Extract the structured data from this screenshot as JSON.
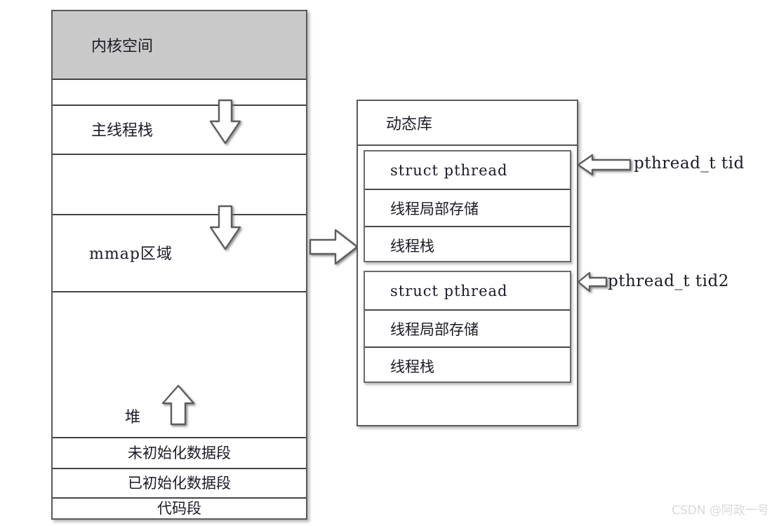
{
  "diagram": {
    "title": "Linux process virtual memory layout with pthread structures",
    "colors": {
      "kernel_band": "#c9c9c9",
      "box_border": "#5a5a5a",
      "text": "#1b1b25",
      "watermark": "#d9d9d9",
      "page_background": "#ffffff"
    }
  },
  "memory_column": {
    "name": "process-address-space",
    "rows": [
      {
        "id": "kernel-space",
        "label": "内核空间",
        "align": "left",
        "shaded": true
      },
      {
        "id": "gap-above-stack",
        "label": "",
        "align": "left",
        "shaded": false
      },
      {
        "id": "main-thread-stack",
        "label": "主线程栈",
        "align": "left",
        "shaded": false
      },
      {
        "id": "gap-stack-mmap",
        "label": "",
        "align": "left",
        "shaded": false
      },
      {
        "id": "mmap-region",
        "label": "mmap区域",
        "align": "left",
        "shaded": false
      },
      {
        "id": "heap",
        "label": "堆",
        "align": "left",
        "shaded": false
      },
      {
        "id": "bss-segment",
        "label": "未初始化数据段",
        "align": "center",
        "shaded": false
      },
      {
        "id": "data-segment",
        "label": "已初始化数据段",
        "align": "center",
        "shaded": false
      },
      {
        "id": "text-segment",
        "label": "代码段",
        "align": "center",
        "shaded": false
      }
    ]
  },
  "dynamic_library": {
    "title": "动态库",
    "thread_blocks": [
      {
        "id": "thread-block-1",
        "rows": [
          "struct pthread",
          "线程局部存储",
          "线程栈"
        ]
      },
      {
        "id": "thread-block-2",
        "rows": [
          "struct pthread",
          "线程局部存储",
          "线程栈"
        ]
      }
    ]
  },
  "annotations": {
    "tid_labels": [
      {
        "id": "tid-1",
        "text": "pthread_t tid"
      },
      {
        "id": "tid-2",
        "text": "pthread_t tid2"
      }
    ],
    "arrows": [
      {
        "id": "stack-grows-down",
        "direction": "down",
        "meaning": "main thread stack grows downward"
      },
      {
        "id": "mmap-grows-down",
        "direction": "down",
        "meaning": "mmap region grows downward"
      },
      {
        "id": "heap-grows-up",
        "direction": "up",
        "meaning": "heap grows upward"
      },
      {
        "id": "mmap-to-library",
        "direction": "right",
        "meaning": "mmap region maps the dynamic library"
      },
      {
        "id": "tid-points-1",
        "direction": "left",
        "meaning": "tid refers to first struct pthread"
      },
      {
        "id": "tid-points-2",
        "direction": "left",
        "meaning": "tid2 refers to second struct pthread"
      }
    ]
  },
  "watermark": {
    "text": "CSDN @阿政一号"
  }
}
